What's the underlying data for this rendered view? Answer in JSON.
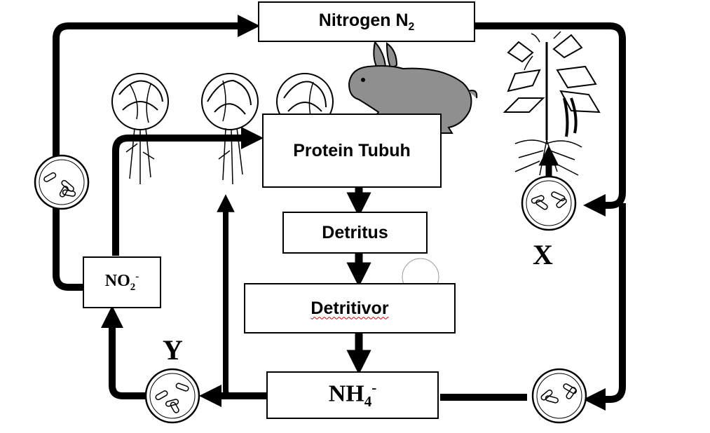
{
  "nodes": {
    "nitrogen": {
      "text": "Nitrogen N",
      "sub": "2"
    },
    "protein": {
      "text": "Protein Tubuh"
    },
    "detritus": {
      "text": "Detritus"
    },
    "detritivor": {
      "text": "Detritivor"
    },
    "ammonium": {
      "text": "NH",
      "sub": "4",
      "sup": "-"
    },
    "nitrite": {
      "text": "NO",
      "sub": "2",
      "sup": "-"
    }
  },
  "labels": {
    "x": "X",
    "y": "Y"
  },
  "colors": {
    "line": "#000000",
    "rabbit": "#8f8f8f",
    "spellcheck": "#cc0000"
  },
  "icons": [
    "cabbage-icon",
    "rabbit-icon",
    "bean-plant-icon",
    "bacteria-icon",
    "root-icon"
  ]
}
